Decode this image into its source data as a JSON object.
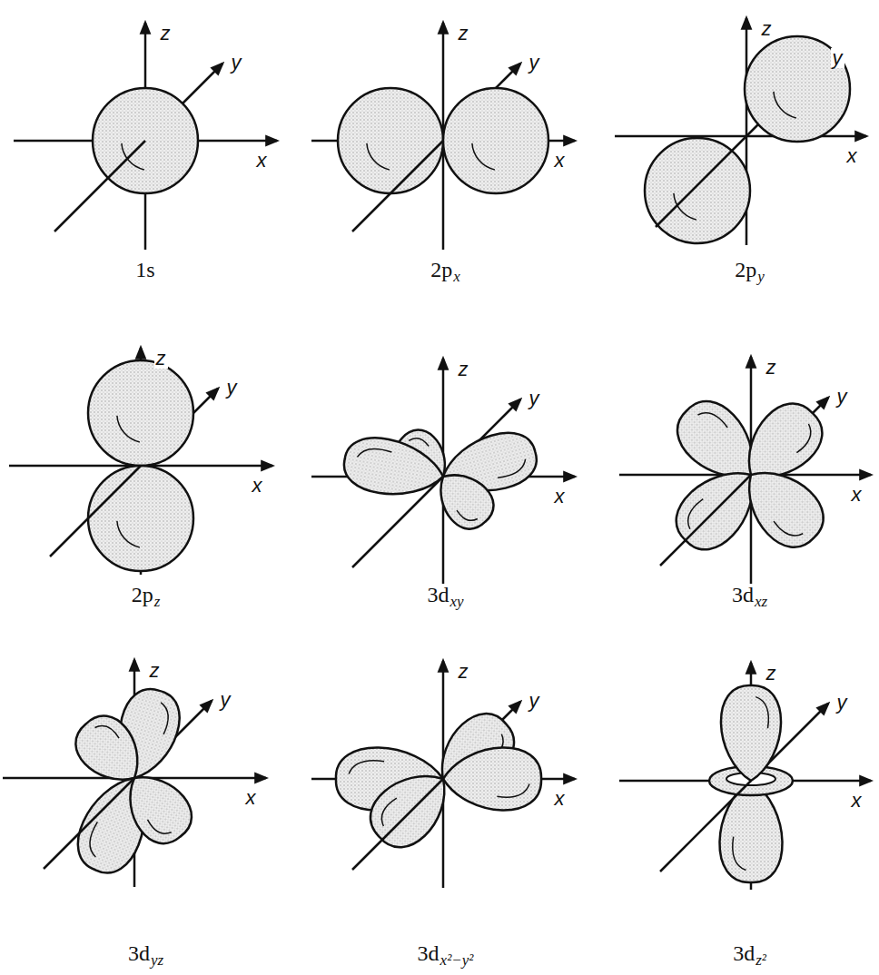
{
  "diagram": {
    "labels": [
      "z",
      "y",
      "x",
      "1s",
      "z",
      "y",
      "x",
      "2p",
      "x",
      "z",
      "y",
      "x",
      "2p",
      "y",
      "z",
      "y",
      "x",
      "2p",
      "z",
      "z",
      "y",
      "x",
      "3d",
      "xy",
      "z",
      "y",
      "x",
      "3d",
      "xz",
      "z",
      "y",
      "x",
      "3d",
      "yz",
      "z",
      "y",
      "x",
      "3d",
      "x²−y²",
      "z",
      "y",
      "x",
      "3d",
      "z²"
    ]
  }
}
